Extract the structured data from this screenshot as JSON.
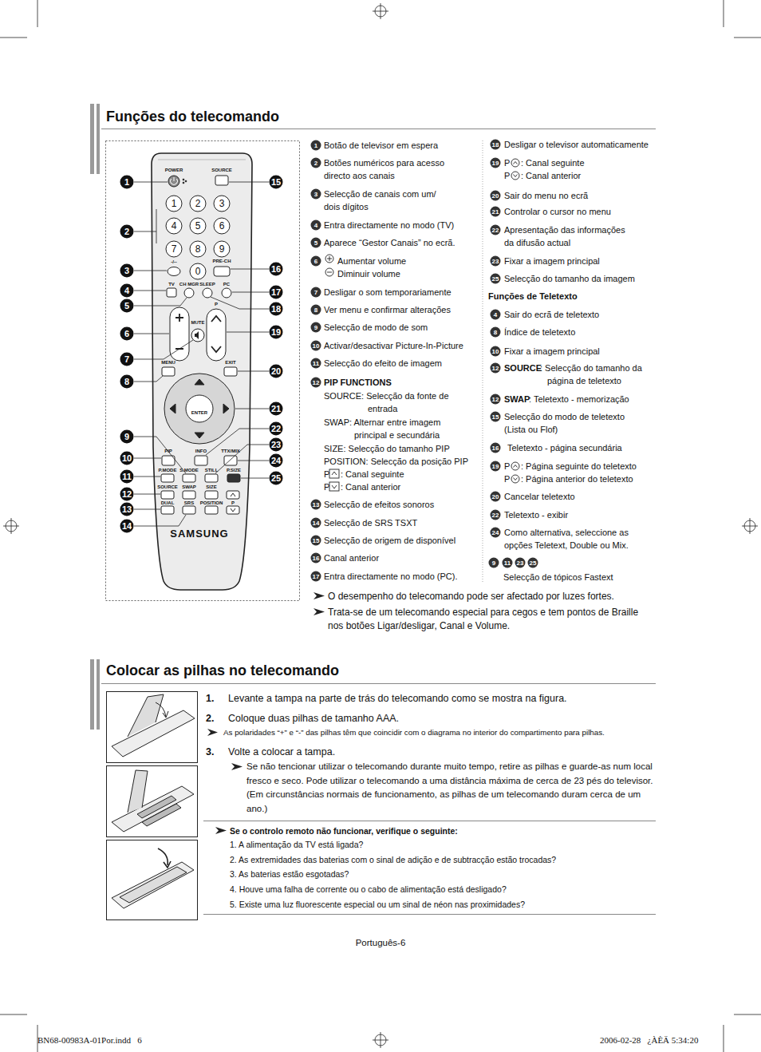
{
  "diagram": {
    "title": "Funções do telecomando",
    "labels": [
      "POWER",
      "SOURCE",
      "1",
      "2",
      "3",
      "4",
      "5",
      "6",
      "7",
      "8",
      "9",
      "0",
      "-/--",
      "PRE-CH",
      "TV",
      "CH MGR",
      "SLEEP",
      "PC",
      "P",
      "MUTE",
      "MENU",
      "EXIT",
      "ENTER",
      "PIP",
      "INFO",
      "TTX/MIX",
      "P.MODE",
      "S.MODE",
      "STILL",
      "P.SIZE",
      "SOURCE",
      "SWAP",
      "SIZE",
      "DUAL",
      "SRS",
      "POSITION",
      "P",
      "SAMSUNG",
      "1",
      "2",
      "3",
      "4",
      "5",
      "6",
      "7",
      "8",
      "9",
      "10",
      "11",
      "12",
      "13",
      "14",
      "15",
      "16",
      "17",
      "18",
      "19",
      "20",
      "21",
      "22",
      "23",
      "24",
      "25",
      "1",
      "Botão de televisor em espera",
      "2",
      "Botões numéricos para acesso directo aos canais",
      "3",
      "Selecção de canais com um/ dois dígitos",
      "4",
      "Entra directamente no modo (TV)",
      "5",
      "Aparece “Gestor Canais” no ecrã.",
      "6",
      "Aumentar volume",
      "Diminuir volume",
      "7",
      "Desligar o som temporariamente",
      "8",
      "Ver menu e confirmar alterações",
      "9",
      "Selecção de modo de som",
      "10",
      "Activar/desactivar Picture-In-Picture",
      "11",
      "Selecção do efeito de imagem",
      "12",
      "PIP FUNCTIONS",
      "SOURCE: Selecção da fonte de entrada",
      "SWAP: Alternar entre imagem principal e secundária",
      "SIZE: Selecção do tamanho PIP",
      "POSITION: Selecção da posição PIP",
      "P",
      ": Canal seguinte",
      "P",
      ": Canal anterior",
      "13",
      "Selecção de efeitos sonoros",
      "14",
      "Selecção de SRS TSXT",
      "15",
      "Selecção de origem de disponível",
      "16",
      "Canal anterior",
      "17",
      "Entra directamente no modo (PC).",
      "18",
      "Desligar o televisor automaticamente",
      "19",
      "P",
      ": Canal seguinte",
      "P",
      ": Canal anterior",
      "20",
      "Sair do menu no ecrã",
      "21",
      "Controlar o cursor no menu",
      "22",
      "Apresentação das informações da difusão actual",
      "23",
      "Fixar a imagem principal",
      "25",
      "Selecção do tamanho da imagem",
      "Funções de Teletexto",
      "4",
      "Sair do ecrã de teletexto",
      "8",
      "Índice de teletexto",
      "10",
      "Fixar a imagem principal",
      "12",
      "SOURCE",
      ": Selecção do tamanho da página de teletexto",
      "12",
      "SWAP",
      ": Teletexto - memorização",
      "15",
      "Selecção do modo de teletexto (Lista ou Flof)",
      "16",
      "Teletexto - página secundária",
      "19",
      "P",
      ": Página seguinte do teletexto",
      "P",
      ": Página anterior do teletexto",
      "20",
      "Cancelar teletexto",
      "22",
      "Teletexto - exibir",
      "24",
      "Como alternativa, seleccione as opções Teletext, Double ou Mix.",
      "9",
      "11",
      "23",
      "25",
      "Selecção de tópicos Fastext",
      "O desempenho do telecomando pode ser afectado por luzes fortes.",
      "Trata-se de um telecomando especial para cegos e tem pontos de Braille nos botões Ligar/desligar, Canal e Volume.",
      "Colocar as pilhas no telecomando",
      "1.",
      "Levante a tampa na parte de trás do telecomando como se mostra na figura.",
      "2.",
      "Coloque duas pilhas de tamanho AAA.",
      "As polaridades “+” e “-” das pilhas têm que coincidir com o diagrama no interior do compartimento para pilhas.",
      "3.",
      "Volte a colocar a tampa.",
      "Se não tencionar utilizar o telecomando durante muito tempo, retire as pilhas e guarde-as num local fresco e seco. Pode utilizar o telecomando a uma distância máxima de cerca de 23 pés do televisor. (Em circunstâncias normais de funcionamento, as pilhas de um telecomando duram cerca de um ano.)",
      "Se o controlo remoto não funcionar, verifique o seguinte:",
      "1. A alimentação da TV está ligada?",
      "2. As extremidades das baterias com o sinal de adição e de subtracção estão trocadas?",
      "3. As baterias estão esgotadas?",
      "4. Houve uma falha de corrente ou o cabo de alimentação está desligado?",
      "5. Existe uma luz fluorescente especial ou um sinal de néon nas proximidades?",
      "Português-6",
      "BN68-00983A-01Por.indd   6",
      "2006-02-28   ¿ÀÈÄ 5:34:20"
    ]
  }
}
